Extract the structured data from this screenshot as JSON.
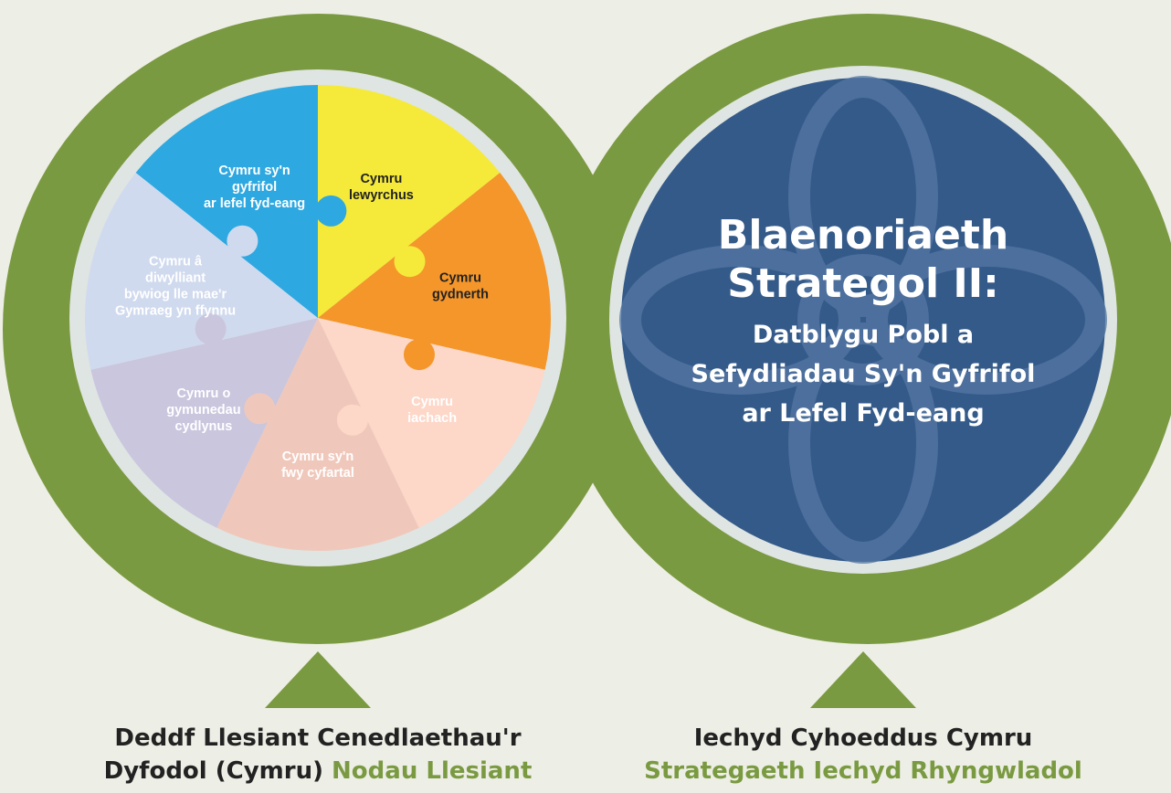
{
  "colors": {
    "background": "#edeee5",
    "ring_green": "#7a9a41",
    "ring_light": "#dfe5e3",
    "center_blue": "#345a89",
    "accent_text": "#7a9a41"
  },
  "left_wheel": {
    "segments": [
      {
        "lines": [
          "Cymru",
          "lewyrchus"
        ],
        "color": "#f5ea3a",
        "text_color": "#222222"
      },
      {
        "lines": [
          "Cymru",
          "gydnerth"
        ],
        "color": "#f4962a",
        "text_color": "#222222"
      },
      {
        "lines": [
          "Cymru",
          "iachach"
        ],
        "color": "#fdd7c8",
        "text_color": "#ffffff"
      },
      {
        "lines": [
          "Cymru sy'n",
          "fwy cyfartal"
        ],
        "color": "#f0c8bb",
        "text_color": "#ffffff"
      },
      {
        "lines": [
          "Cymru o",
          "gymunedau",
          "cydlynus"
        ],
        "color": "#c9c6de",
        "text_color": "#ffffff"
      },
      {
        "lines": [
          "Cymru â",
          "diwylliant",
          "bywiog lle mae'r",
          "Gymraeg yn ffynnu"
        ],
        "color": "#d0daee",
        "text_color": "#ffffff"
      },
      {
        "lines": [
          "Cymru sy'n",
          "gyfrifol",
          "ar lefel fyd-eang"
        ],
        "color": "#2ea8e0",
        "text_color": "#ffffff"
      }
    ]
  },
  "right_circle": {
    "title_lines": [
      "Blaenoriaeth",
      "Strategol II:"
    ],
    "subtitle_lines": [
      "Datblygu Pobl a",
      "Sefydliadau Sy'n Gyfrifol",
      "ar Lefel Fyd-eang"
    ]
  },
  "captions": {
    "left": {
      "main": "Deddf Llesiant Cenedlaethau'r Dyfodol (Cymru)",
      "accent": "Nodau Llesiant"
    },
    "right": {
      "main": "Iechyd Cyhoeddus Cymru",
      "accent": "Strategaeth Iechyd Rhyngwladol"
    }
  }
}
